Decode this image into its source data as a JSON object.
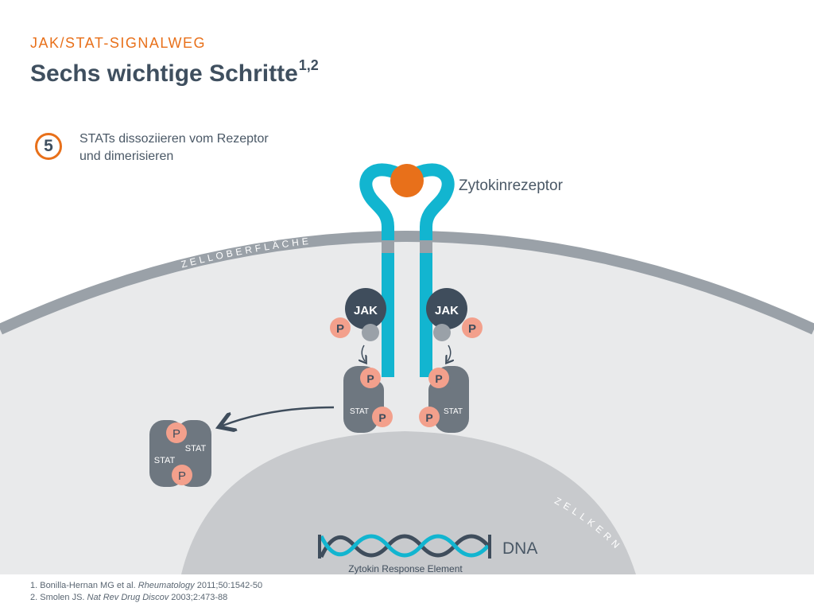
{
  "header": {
    "eyebrow": "JAK/STAT-SIGNALWEG",
    "title": "Sechs wichtige Schritte",
    "title_superscript": "1,2"
  },
  "step": {
    "number": "5",
    "text_line1": "STATs dissoziieren vom Rezeptor",
    "text_line2": "und dimerisieren"
  },
  "labels": {
    "receptor": "Zytokinrezeptor",
    "cell_surface": "ZELLOBERFLÄCHE",
    "nucleus": "ZELLKERN",
    "dna": "DNA",
    "response_element": "Zytokin Response Element",
    "jak": "JAK",
    "stat": "STAT",
    "phosphate": "P"
  },
  "references": [
    {
      "prefix": "1. Bonilla-Hernan MG et al. ",
      "journal": "Rheumatology",
      "suffix": " 2011;50:1542-50"
    },
    {
      "prefix": "2. Smolen JS. ",
      "journal": "Nat Rev Drug Discov",
      "suffix": " 2003;2:473-88"
    }
  ],
  "colors": {
    "accent_orange": "#e8701a",
    "receptor_cyan": "#12b5d0",
    "membrane_gray": "#9aa1a8",
    "cytoplasm": "#e9eaeb",
    "nucleus": "#c8cacd",
    "jak_dark": "#3f4d5c",
    "stat_gray": "#6e7780",
    "phosphate_salmon": "#f3a08c",
    "dna_dark": "#3f4d5c",
    "dna_cyan": "#12b5d0"
  }
}
